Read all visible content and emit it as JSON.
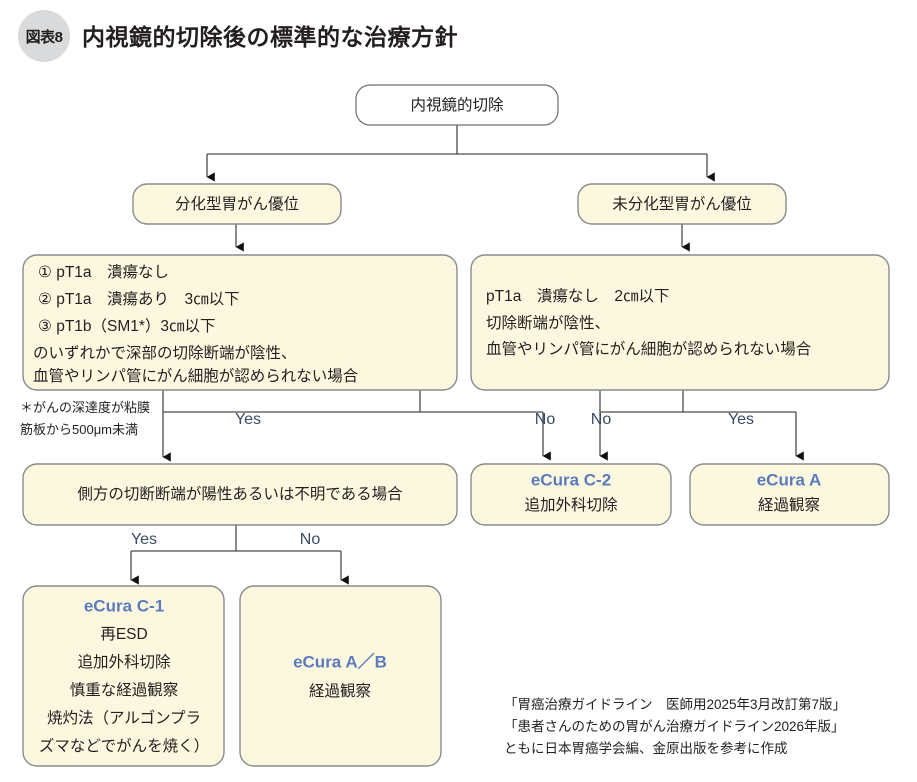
{
  "header": {
    "badge": "図表8",
    "title": "内視鏡的切除後の標準的な治療方針"
  },
  "accent_color": "#5b7bbd",
  "box_fill": "#fcf8e0",
  "box_stroke": "#8b8b8b",
  "nodes": {
    "root": {
      "label": "内視鏡的切除"
    },
    "branch_left": {
      "label": "分化型胃がん優位"
    },
    "branch_right": {
      "label": "未分化型胃がん優位"
    },
    "criteria_left": {
      "lines": [
        "① pT1a　潰瘍なし",
        "② pT1a　潰瘍あり　3㎝以下",
        "③ pT1b（SM1*）3㎝以下",
        "のいずれかで深部の切除断端が陰性、",
        "血管やリンパ管にがん細胞が認められない場合"
      ]
    },
    "criteria_right": {
      "lines": [
        "pT1a　潰瘍なし　2㎝以下",
        "切除断端が陰性、",
        "血管やリンパ管にがん細胞が認められない場合"
      ]
    },
    "lateral_margin": {
      "label": "側方の切断断端が陽性あるいは不明である場合"
    },
    "ecura_c2": {
      "title": "eCura C-2",
      "lines": [
        "追加外科切除"
      ]
    },
    "ecura_a": {
      "title": "eCura A",
      "lines": [
        "経過観察"
      ]
    },
    "ecura_c1": {
      "title": "eCura C-1",
      "lines": [
        "再ESD",
        "追加外科切除",
        "慎重な経過観察",
        "焼灼法（アルゴンプラ",
        "ズマなどでがんを焼く）"
      ]
    },
    "ecura_ab": {
      "title": "eCura A／B",
      "lines": [
        "経過観察"
      ]
    }
  },
  "edge_labels": {
    "left_yes": "Yes",
    "left_no": "No",
    "right_no": "No",
    "right_yes": "Yes",
    "lateral_yes": "Yes",
    "lateral_no": "No"
  },
  "footnote": {
    "lines": [
      "＊がんの深達度が粘膜",
      "筋板から500μm未満"
    ]
  },
  "source": {
    "lines": [
      "「胃癌治療ガイドライン　医師用2025年3月改訂第7版」",
      "「患者さんのための胃がん治療ガイドライン2026年版」",
      "ともに日本胃癌学会編、金原出版を参考に作成"
    ]
  }
}
